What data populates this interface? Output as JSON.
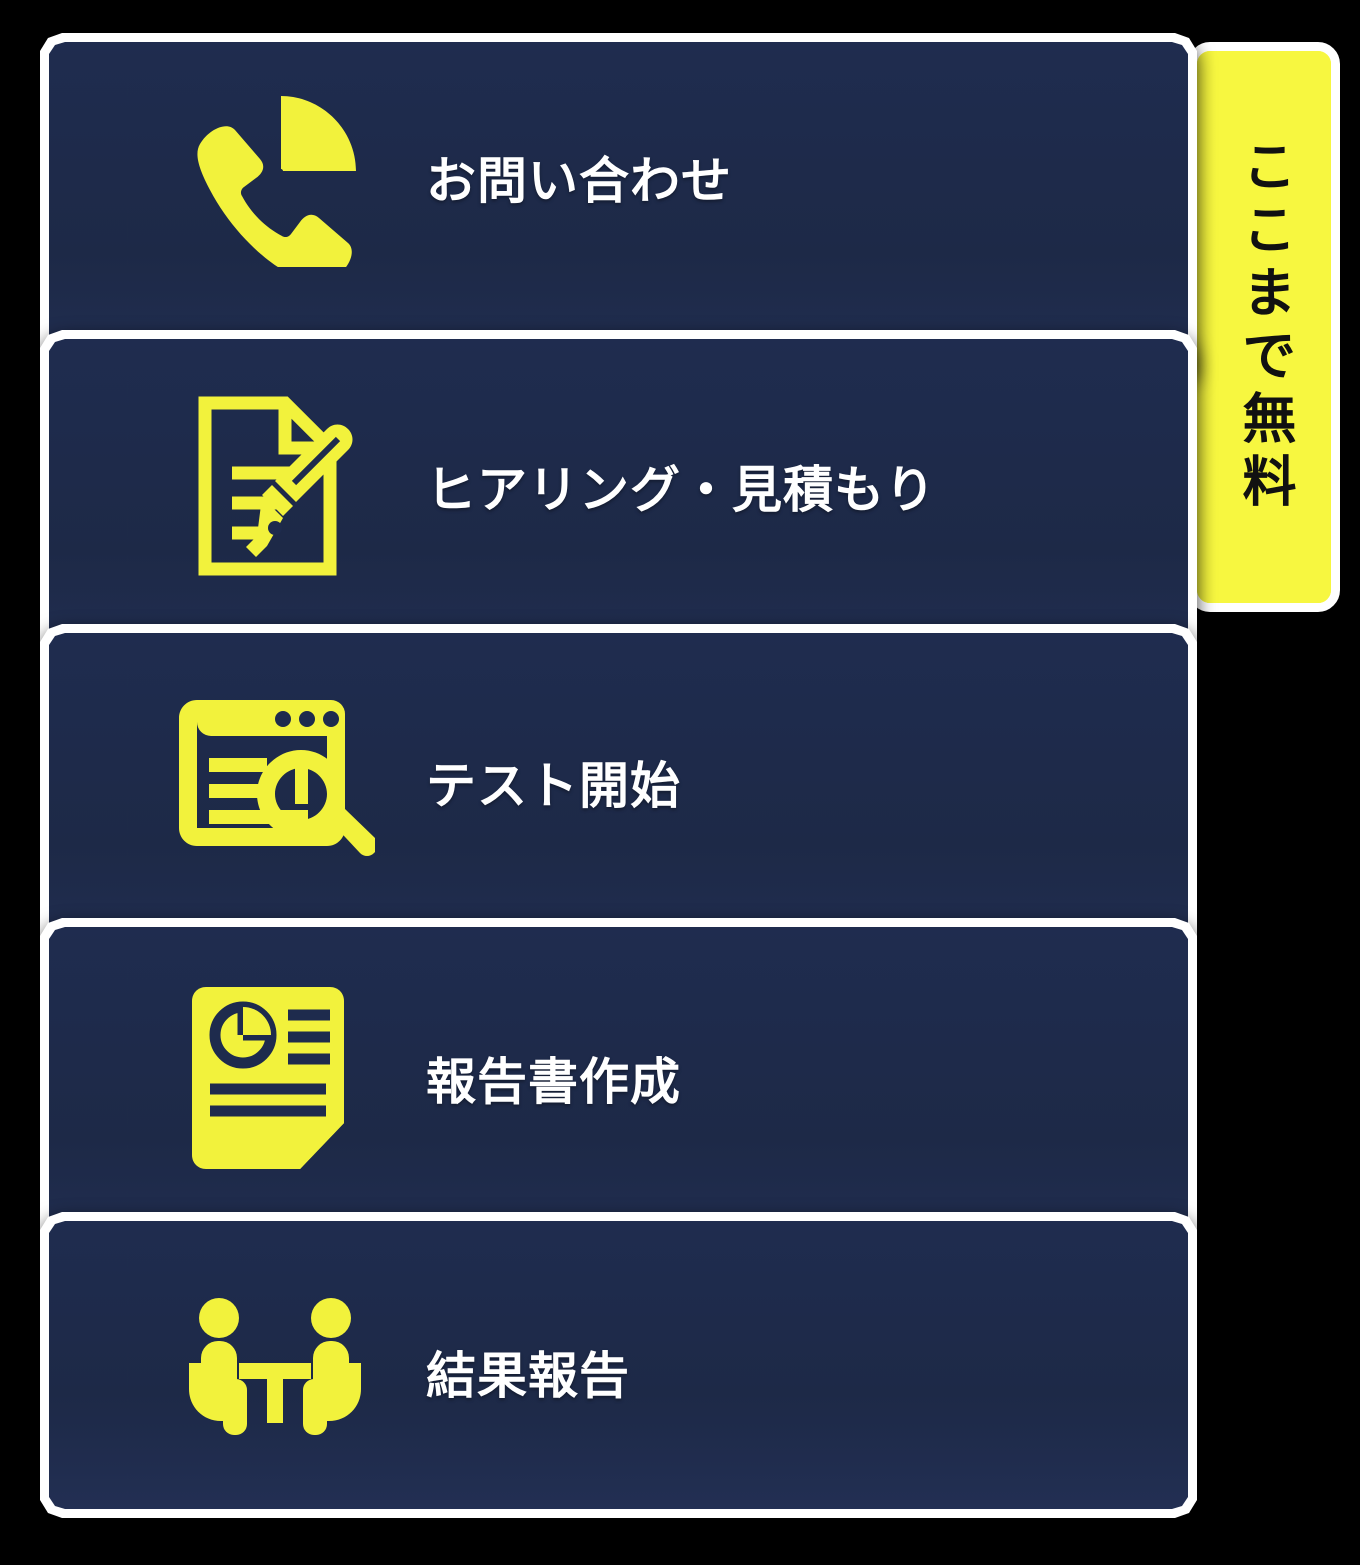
{
  "page": {
    "background_color": "#000000",
    "card_fill_color": "#1e2b4d",
    "card_border_color": "#ffffff",
    "accent_color": "#f5f53c",
    "label_color": "#ffffff"
  },
  "side_tab": {
    "text": "ここまで無料",
    "background_color": "#f5f53c",
    "text_color": "#111111"
  },
  "flow": {
    "steps": [
      {
        "label": "お問い合わせ",
        "icon": "phone-call-icon"
      },
      {
        "label": "ヒアリング・見積もり",
        "icon": "document-pen-icon"
      },
      {
        "label": "テスト開始",
        "icon": "browser-search-icon"
      },
      {
        "label": "報告書作成",
        "icon": "report-chart-icon"
      },
      {
        "label": "結果報告",
        "icon": "meeting-people-icon"
      }
    ]
  }
}
